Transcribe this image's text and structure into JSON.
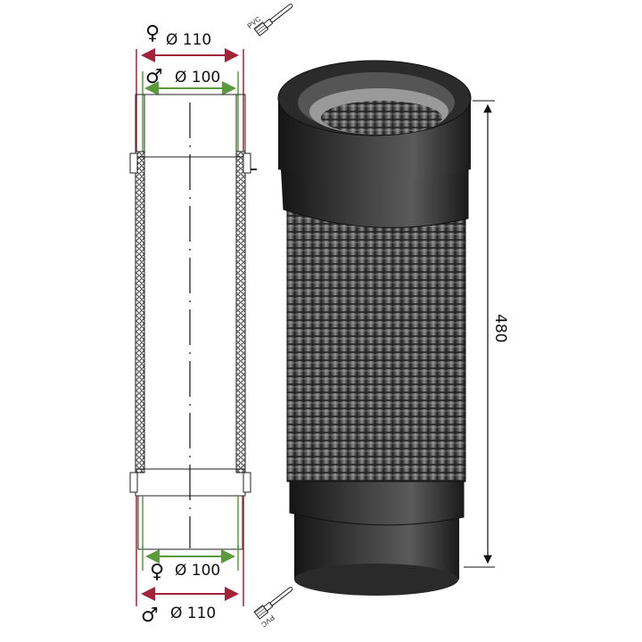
{
  "top": {
    "outer": {
      "symbol": "♀",
      "label": "Ø 110"
    },
    "inner": {
      "symbol": "♂",
      "label": "Ø 100"
    },
    "brush_label": "PVC"
  },
  "bottom": {
    "inner": {
      "symbol": "♀",
      "label": "Ø 100"
    },
    "outer": {
      "symbol": "♂",
      "label": "Ø 110"
    },
    "brush_label": "PVC"
  },
  "length_label": "480",
  "colors": {
    "outer_dim": "#a3243a",
    "inner_dim": "#5a9a3c",
    "pipe": "#3a3a3a",
    "pipe_light": "#8a8a8a"
  },
  "icons": [
    "female-symbol",
    "male-symbol",
    "glue-brush-icon"
  ]
}
